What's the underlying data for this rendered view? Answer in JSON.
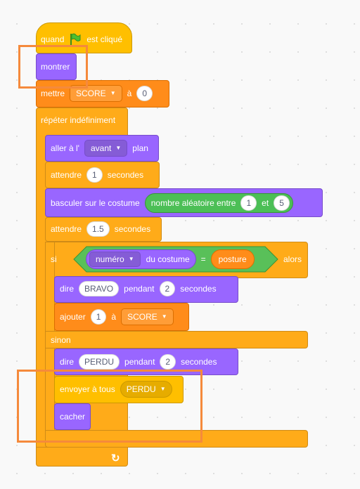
{
  "script": {
    "when_flag": {
      "before": "quand",
      "after": "est cliqué"
    },
    "show": "montrer",
    "set_var": {
      "label": "mettre",
      "variable": "SCORE",
      "to": "à",
      "value": "0"
    },
    "forever": "répéter indéfiniment",
    "go_to_layer": {
      "label": "aller à l'",
      "option": "avant",
      "after": "plan"
    },
    "wait1": {
      "label": "attendre",
      "value": "1",
      "unit": "secondes"
    },
    "switch_costume": {
      "label": "basculer sur le costume",
      "random": {
        "label": "nombre aléatoire entre",
        "from": "1",
        "and": "et",
        "to": "5"
      }
    },
    "wait2": {
      "label": "attendre",
      "value": "1.5",
      "unit": "secondes"
    },
    "if_else": {
      "if": "si",
      "costume_prop": "numéro",
      "costume_suffix": "du costume",
      "equals": "=",
      "compare_value": "posture",
      "then": "alors",
      "else": "sinon"
    },
    "say_bravo": {
      "label": "dire",
      "text": "BRAVO",
      "for": "pendant",
      "secs": "2",
      "unit": "secondes"
    },
    "change_var": {
      "label": "ajouter",
      "value": "1",
      "to": "à",
      "variable": "SCORE"
    },
    "say_perdu": {
      "label": "dire",
      "text": "PERDU",
      "for": "pendant",
      "secs": "2",
      "unit": "secondes"
    },
    "broadcast": {
      "label": "envoyer à tous",
      "message": "PERDU"
    },
    "hide": "cacher"
  },
  "colors": {
    "events": "#ffbf00",
    "looks": "#9966ff",
    "variables": "#ff8c1a",
    "control": "#ffab19",
    "operators": "#59c059",
    "highlight": "#f58a3c"
  },
  "icons": {
    "flag": "green-flag-icon",
    "loop": "loop-arrow-icon",
    "dropdown": "dropdown-arrow-icon"
  }
}
